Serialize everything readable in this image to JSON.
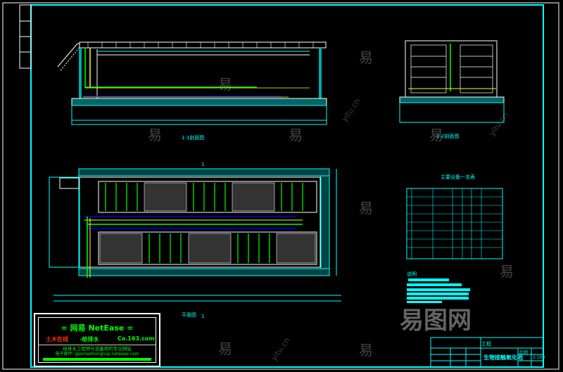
{
  "drawing": {
    "section_1_title": "1-1剖面图",
    "section_2_title": "2-2剖面图",
    "plan_title": "平面图",
    "section_marker": "1",
    "table_title": "主要设备一览表",
    "notes_title": "说明",
    "drawing_name": "生物接触氧化池",
    "title_block_header": "工程",
    "scale_label": "比例",
    "scale_value": "1:100"
  },
  "logo": {
    "title": "= 网易 NetEase =",
    "site_red": "土木在线",
    "site_green": "-给排水",
    "domain": "Co.163.com",
    "tagline": "给排水工程师与设备商的专业网站",
    "email": "电子邮件: gpsmadmin@vip.netease.com"
  },
  "watermark": {
    "glyph": "易",
    "site": "yitu.cn",
    "brand": "易图网"
  },
  "colors": {
    "frame": "#00ffff",
    "pipe_green": "#00ff00",
    "pipe_yellow": "#ffff00",
    "pipe_blue": "#0000ff",
    "wall": "#ffffff"
  }
}
